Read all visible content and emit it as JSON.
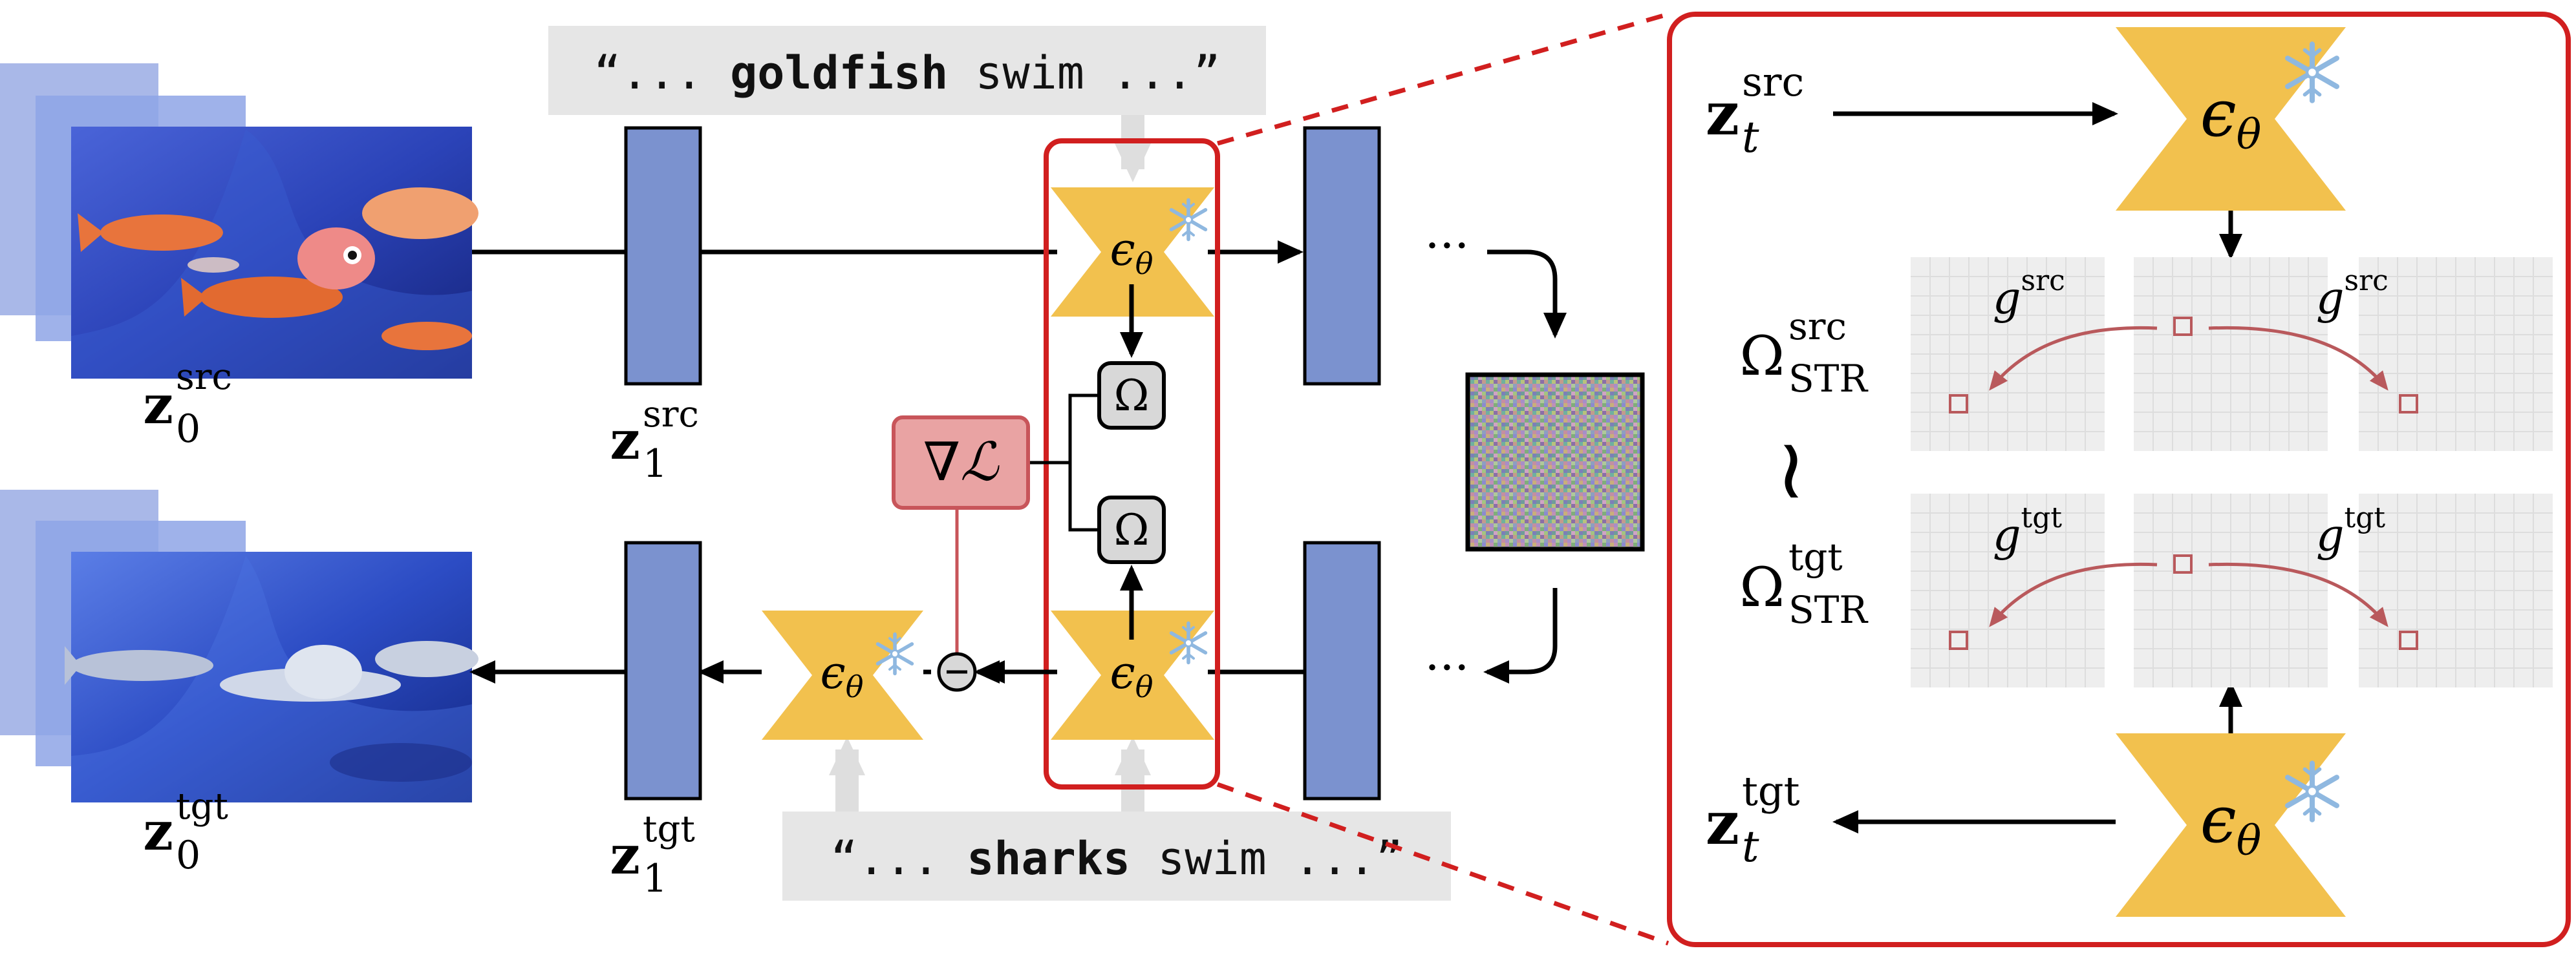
{
  "prompts": {
    "source": {
      "open": "“... ",
      "bold": "goldfish",
      "rest": " swim ...”"
    },
    "target": {
      "open": "“... ",
      "bold": "sharks",
      "rest": " swim ...”"
    }
  },
  "symbols": {
    "z": "z",
    "sub0": "0",
    "sub1": "1",
    "subt": "t",
    "src": "src",
    "tgt": "tgt",
    "eps": "ϵ",
    "theta": "θ",
    "omega": "Ω",
    "nabla_loss": "∇ℒ",
    "str": "STR",
    "g": "g",
    "approx": "≀",
    "ellipsis": "···",
    "minus": "−",
    "snowflake": "❄"
  },
  "colors": {
    "latent_bar": "#7b92cf",
    "unet": "#f2c14e",
    "highlight_red": "#d11f1f",
    "loss_fill": "#e9a3a3",
    "loss_stroke": "#c8555a",
    "grid_bg": "#eeeeee",
    "grid_line": "#dddddd",
    "attention_arrow": "#b9595c",
    "prompt_bg": "#e6e6e6",
    "snowflake": "#8fb8e0"
  }
}
